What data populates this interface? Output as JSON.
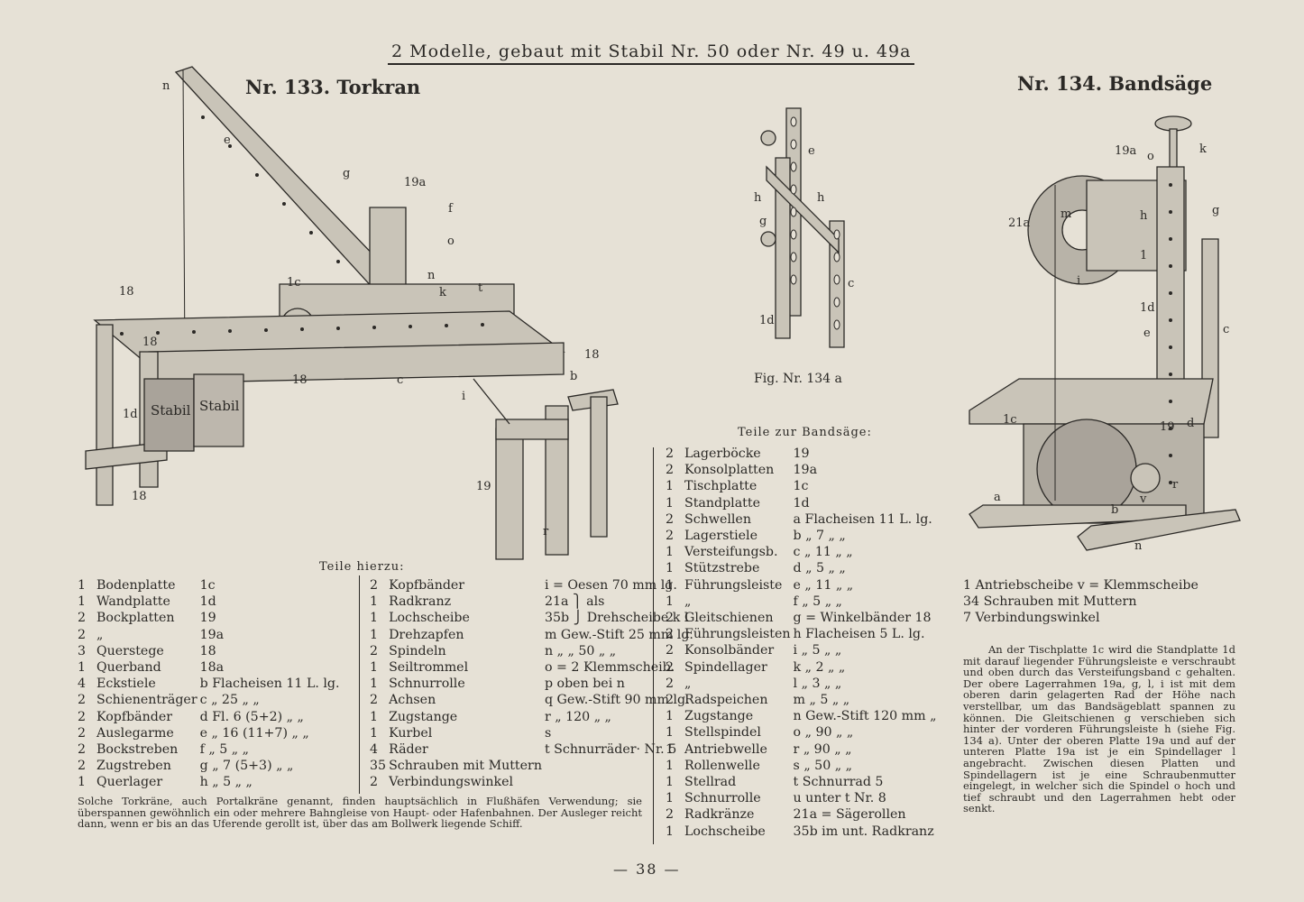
{
  "header": "2 Modelle, gebaut mit Stabil Nr. 50 oder Nr. 49 u. 49a",
  "crane": {
    "title": "Nr. 133.  Torkran",
    "labels": [
      "n",
      "e",
      "g",
      "19a",
      "f",
      "o",
      "1c",
      "n",
      "k",
      "t",
      "18",
      "18",
      "18",
      "c",
      "i",
      "b",
      "18",
      "1d",
      "18",
      "19",
      "r"
    ],
    "block_text": [
      "Stabil",
      "Stabil"
    ],
    "parts_heading": "Teile hierzu:",
    "parts_left": [
      [
        "1",
        "Bodenplatte",
        "1c"
      ],
      [
        "1",
        "Wandplatte",
        "1d"
      ],
      [
        "2",
        "Bockplatten",
        "19"
      ],
      [
        "2",
        "„",
        "19a"
      ],
      [
        "3",
        "Querstege",
        "18"
      ],
      [
        "1",
        "Querband",
        "18a"
      ],
      [
        "4",
        "Eckstiele",
        "b  Flacheisen 11  L. lg."
      ],
      [
        "2",
        "Schienenträger",
        "c      „     25   „   „"
      ],
      [
        "2",
        "Kopfbänder",
        "d  Fl.  6  (5+2)   „   „"
      ],
      [
        "2",
        "Auslegarme",
        "e  „  16 (11+7)   „   „"
      ],
      [
        "2",
        "Bockstreben",
        "f  „        5     „   „"
      ],
      [
        "2",
        "Zugstreben",
        "g  „    7  (5+3)   „   „"
      ],
      [
        "1",
        "Querlager",
        "h  „        5     „   „"
      ]
    ],
    "parts_right": [
      [
        "2",
        "Kopfbänder",
        "i  =  Oesen 70 mm lg."
      ],
      [
        "1",
        "Radkranz",
        "21a ⎫         als"
      ],
      [
        "1",
        "Lochscheibe",
        "35b ⎭ Drehscheibe  k  l"
      ],
      [
        "1",
        "Drehzapfen",
        "m  Gew.-Stift 25 mm lg."
      ],
      [
        "2",
        "Spindeln",
        "n    „    „   50   „   „"
      ],
      [
        "1",
        "Seiltrommel",
        "o  =  2  Klemmscheib."
      ],
      [
        "1",
        "Schnurrolle",
        "p  oben bei  n"
      ],
      [
        "2",
        "Achsen",
        "q Gew.-Stift  90 mm lg."
      ],
      [
        "1",
        "Zugstange",
        "r      „     120   „   „"
      ],
      [
        "1",
        "Kurbel",
        "s"
      ],
      [
        "4",
        "Räder",
        "t  Schnurräder·  Nr. 5"
      ],
      [
        "35",
        "Schrauben mit Muttern",
        ""
      ],
      [
        "2",
        "Verbindungswinkel",
        ""
      ]
    ],
    "description": "Solche Torkräne, auch Portalkräne genannt, finden hauptsächlich in Flußhäfen Verwendung; sie überspannen gewöhnlich ein oder mehrere Bahngleise von Haupt- oder Hafenbahnen. Der Ausleger reicht dann, wenn er bis an das Uferende gerollt ist, über das am Bollwerk liegende Schiff."
  },
  "detail": {
    "labels": [
      "e",
      "h",
      "h",
      "g",
      "c",
      "1d"
    ],
    "caption": "Fig. Nr. 134 a"
  },
  "saw": {
    "title": "Nr. 134.  Bandsäge",
    "labels": [
      "19a",
      "o",
      "k",
      "21a",
      "m",
      "h",
      "g",
      "i",
      "1",
      "1d",
      "e",
      "c",
      "1c",
      "19",
      "d",
      "a",
      "b",
      "v",
      "r",
      "n"
    ],
    "parts_heading": "Teile zur Bandsäge:",
    "parts": [
      [
        "2",
        "Lagerböcke",
        "19"
      ],
      [
        "2",
        "Konsolplatten",
        "19a"
      ],
      [
        "1",
        "Tischplatte",
        "1c"
      ],
      [
        "1",
        "Standplatte",
        "1d"
      ],
      [
        "2",
        "Schwellen",
        "a  Flacheisen   11  L. lg."
      ],
      [
        "2",
        "Lagerstiele",
        "b      „          7   „   „"
      ],
      [
        "1",
        "Versteifungsb.",
        "c      „        11   „   „"
      ],
      [
        "1",
        "Stützstrebe",
        "d      „          5   „   „"
      ],
      [
        "1",
        "Führungsleiste",
        "e      „        11   „   „"
      ],
      [
        "1",
        "„",
        "f      „          5   „   „"
      ],
      [
        "2",
        "Gleitschienen",
        "g  =  Winkelbänder 18"
      ],
      [
        "2",
        "Führungsleisten",
        "h  Flacheisen    5  L. lg."
      ],
      [
        "2",
        "Konsolbänder",
        "i      „          5   „   „"
      ],
      [
        "2",
        "Spindellager",
        "k      „          2   „   „"
      ],
      [
        "2",
        "„",
        "l      „          3   „   „"
      ],
      [
        "2",
        "Radspeichen",
        "m      „          5   „   „"
      ],
      [
        "1",
        "Zugstange",
        "n  Gew.-Stift 120 mm „"
      ],
      [
        "1",
        "Stellspindel",
        "o      „         90   „   „"
      ],
      [
        "1",
        "Antriebwelle",
        "r      „         90   „   „"
      ],
      [
        "1",
        "Rollenwelle",
        "s      „         50   „   „"
      ],
      [
        "1",
        "Stellrad",
        "t  Schnurrad  5"
      ],
      [
        "1",
        "Schnurrolle",
        "u   unter  t          Nr. 8"
      ],
      [
        "2",
        "Radkränze",
        "21a  =  Sägerollen"
      ],
      [
        "1",
        "Lochscheibe",
        "35b  im unt.  Radkranz"
      ]
    ],
    "extra_parts": [
      "1  Antriebscheibe  v  =  Klemmscheibe",
      "34  Schrauben mit Muttern",
      "7  Verbindungswinkel"
    ],
    "description": "An der Tischplatte 1c wird die Standplatte 1d mit darauf liegender Führungsleiste e verschraubt und oben durch das Versteifungsband c gehalten. Der obere Lagerrahmen 19a, g, l, i ist mit dem oberen darin gelagerten Rad der Höhe nach verstellbar, um das Bandsägeblatt spannen zu können. Die Gleitschienen g verschieben sich hinter der vorderen Führungsleiste h (siehe Fig. 134 a). Unter der oberen Platte 19a und auf der unteren Platte 19a ist je ein Spindellager l angebracht. Zwischen diesen Platten und Spindellagern ist je eine Schraubenmutter eingelegt, in welcher sich die Spindel o hoch und tief schraubt und den Lagerrahmen hebt oder senkt."
  },
  "page_number": "— 38 —",
  "colors": {
    "paper": "#e6e1d6",
    "ink": "#2b2926",
    "metal": "#b8b3a8"
  }
}
